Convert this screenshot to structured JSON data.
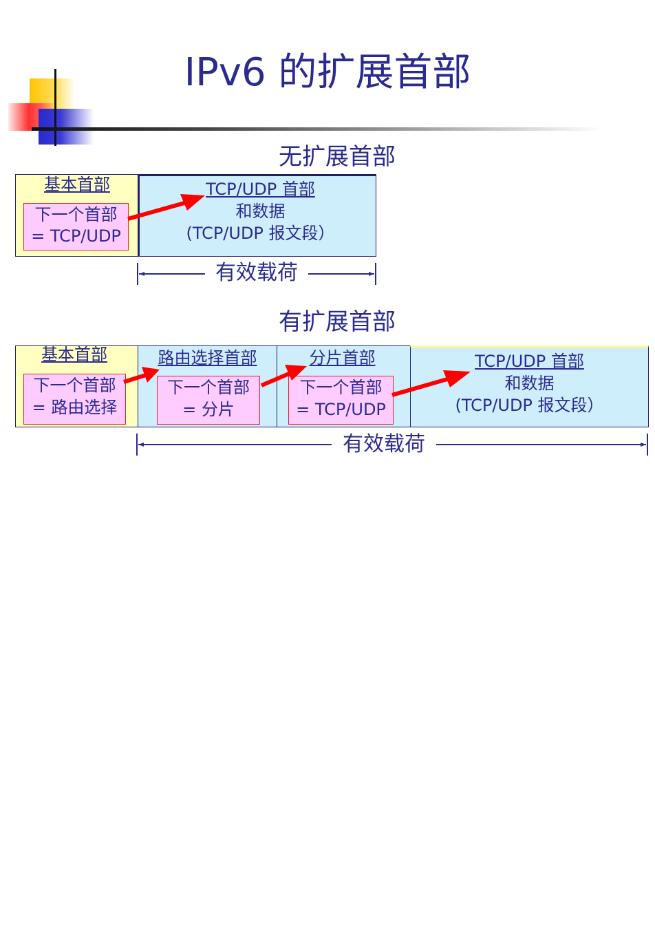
{
  "title": "IPv6 的扩展首部",
  "colors": {
    "title": "#2b2b8f",
    "basic_header_fill": "#ffffc0",
    "payload_fill": "#cfeefb",
    "next_header_fill": "#ffccff",
    "arrow": "#ff0000",
    "next_header_border": "#e0242a"
  },
  "without_ext": {
    "heading": "无扩展首部",
    "basic_header_label": "基本首部",
    "next_header": [
      "下一个首部",
      "= TCP/UDP"
    ],
    "payload_label": "TCP/UDP 首部",
    "payload_line2": "和数据",
    "payload_line3": "(TCP/UDP 报文段）",
    "payload_span_label": "有效载荷"
  },
  "with_ext": {
    "heading": "有扩展首部",
    "basic_header_label": "基本首部",
    "basic_next_header": [
      "下一个首部",
      "= 路由选择"
    ],
    "routing_label": "路由选择首部",
    "routing_next_header": [
      "下一个首部",
      "= 分片"
    ],
    "fragment_label": "分片首部",
    "fragment_next_header": [
      "下一个首部",
      "= TCP/UDP"
    ],
    "payload_label": "TCP/UDP 首部",
    "payload_line2": "和数据",
    "payload_line3": "(TCP/UDP 报文段）",
    "payload_span_label": "有效载荷"
  }
}
